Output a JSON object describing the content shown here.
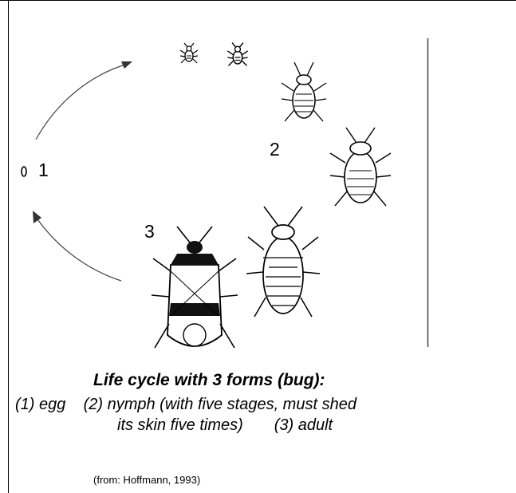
{
  "labels": {
    "egg_number": "1",
    "nymph_number": "2",
    "adult_number": "3"
  },
  "caption": {
    "title": "Life cycle with 3 forms (bug):",
    "line1": "(1) egg    (2) nymph (with five stages, must shed",
    "line2": "its skin five times)       (3) adult"
  },
  "source": "(from: Hoffmann, 1993)",
  "colors": {
    "ink": "#000000",
    "line": "#444444",
    "background": "#ffffff"
  }
}
